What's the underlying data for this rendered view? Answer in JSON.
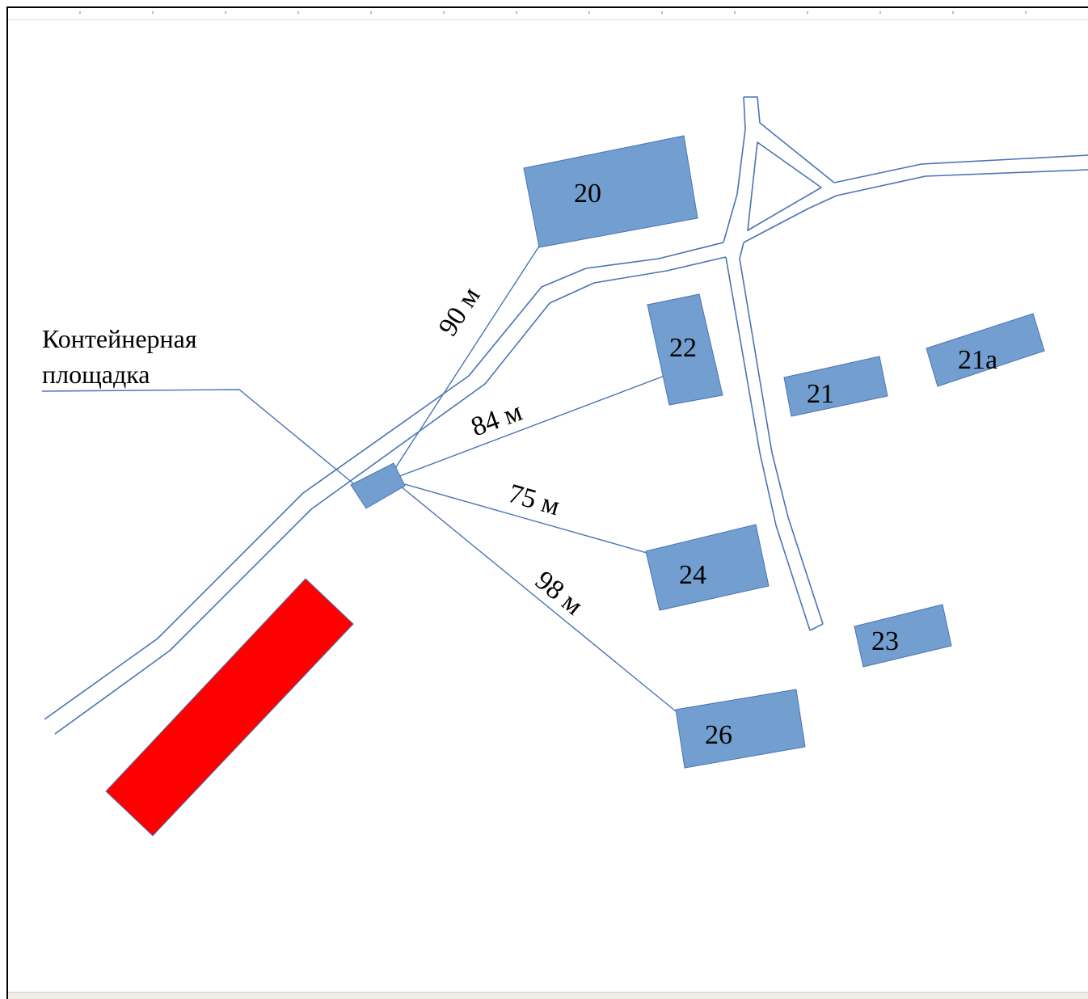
{
  "map": {
    "caption_line1": "Контейнерная",
    "caption_line2": "площадка",
    "buildings": [
      {
        "name": "20"
      },
      {
        "name": "22"
      },
      {
        "name": "21"
      },
      {
        "name": "21a"
      },
      {
        "name": "24"
      },
      {
        "name": "23"
      },
      {
        "name": "26"
      }
    ],
    "distances": [
      "90 м",
      "84 м",
      "75 м",
      "98 м"
    ],
    "colors": {
      "building": "#729fcf",
      "outline": "#4a74b4",
      "highlight": "#ff0000"
    }
  }
}
